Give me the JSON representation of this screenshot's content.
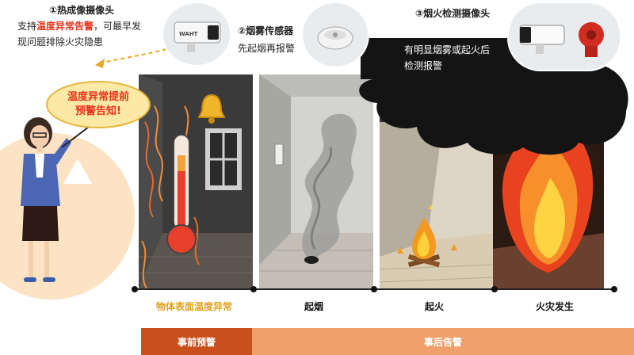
{
  "thermal": {
    "title": "①热成像摄像头",
    "desc_prefix": "支持",
    "desc_highlight": "温度异常告警",
    "desc_suffix": "，可最早发",
    "desc_line2": "现问题排除火灾隐患",
    "camera_brand": "WAHT"
  },
  "smoke": {
    "title": "②烟雾传感器",
    "desc": "先起烟再报警"
  },
  "fire": {
    "title_line1": "③烟火检测摄像头",
    "title_line2": "火焰传感器",
    "desc_line1": "有明显烟雾或起火后",
    "desc_line2": "检测报警"
  },
  "bubble": {
    "line1": "温度异常提前",
    "line2": "预警告知!"
  },
  "stages": [
    "物体表面温度异常",
    "起烟",
    "起火",
    "火灾发生"
  ],
  "bars": {
    "before": "事前预警",
    "after": "事后告警"
  },
  "colors": {
    "highlight": "#e8331b",
    "stage1_label": "#e0a21a",
    "bar_before": "#c9501c",
    "bar_after": "#f0a06a"
  }
}
